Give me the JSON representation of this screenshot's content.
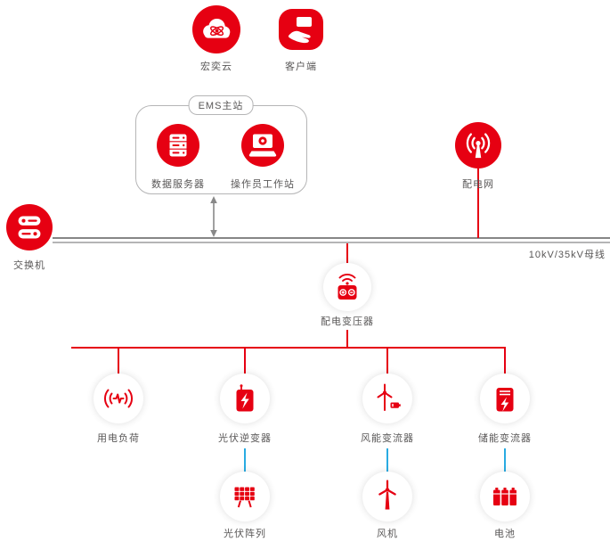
{
  "colors": {
    "brand_red": "#e60012",
    "link_blue": "#29abe2",
    "bus_gray": "#868686"
  },
  "nodes": {
    "cloud": {
      "label": "宏奕云",
      "icon": "cloud-atom-icon"
    },
    "client": {
      "label": "客户端",
      "icon": "hand-client-icon"
    },
    "ems": {
      "label": "EMS主站"
    },
    "data_server": {
      "label": "数据服务器",
      "icon": "server-icon"
    },
    "workstation": {
      "label": "操作员工作站",
      "icon": "workstation-icon"
    },
    "grid": {
      "label": "配电网",
      "icon": "antenna-icon"
    },
    "switch": {
      "label": "交换机",
      "icon": "network-switch-icon"
    },
    "busbar": {
      "label": "10kV/35kV母线"
    },
    "transformer": {
      "label": "配电变压器",
      "icon": "transformer-icon"
    },
    "load": {
      "label": "用电负荷",
      "icon": "load-pulse-icon"
    },
    "pv_inverter": {
      "label": "光伏逆变器",
      "icon": "pv-inverter-icon"
    },
    "wind_converter": {
      "label": "风能变流器",
      "icon": "wind-converter-icon"
    },
    "storage_converter": {
      "label": "储能变流器",
      "icon": "storage-converter-icon"
    },
    "pv_array": {
      "label": "光伏阵列",
      "icon": "solar-panel-icon"
    },
    "wind_turbine": {
      "label": "风机",
      "icon": "wind-turbine-icon"
    },
    "battery": {
      "label": "电池",
      "icon": "battery-icon"
    }
  }
}
